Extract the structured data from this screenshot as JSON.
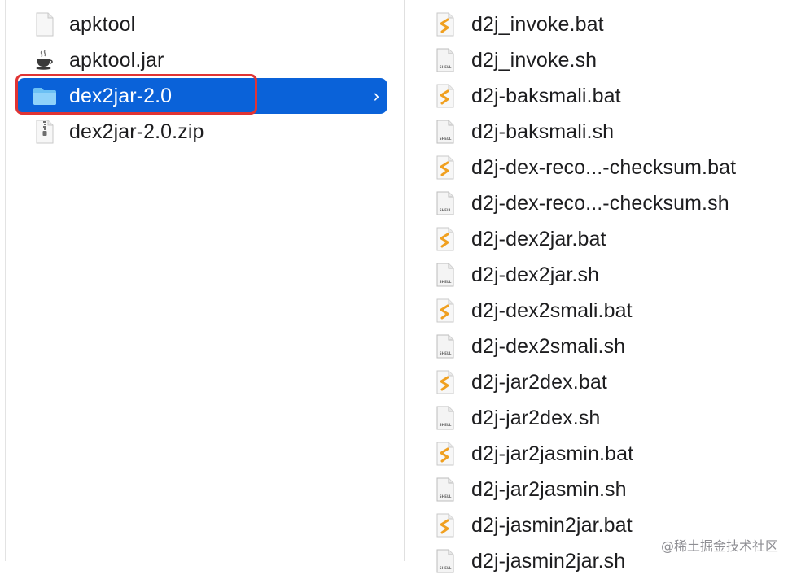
{
  "left_column": {
    "items": [
      {
        "label": "apktool",
        "icon": "generic-file-icon"
      },
      {
        "label": "apktool.jar",
        "icon": "java-jar-icon"
      },
      {
        "label": "dex2jar-2.0",
        "icon": "folder-icon",
        "selected": true
      },
      {
        "label": "dex2jar-2.0.zip",
        "icon": "zip-archive-icon"
      }
    ],
    "selected_chevron": "›"
  },
  "right_column": {
    "items": [
      {
        "label": "d2j_invoke.bat",
        "icon": "bat-script-icon"
      },
      {
        "label": "d2j_invoke.sh",
        "icon": "shell-script-icon"
      },
      {
        "label": "d2j-baksmali.bat",
        "icon": "bat-script-icon"
      },
      {
        "label": "d2j-baksmali.sh",
        "icon": "shell-script-icon"
      },
      {
        "label": "d2j-dex-reco...-checksum.bat",
        "icon": "bat-script-icon"
      },
      {
        "label": "d2j-dex-reco...-checksum.sh",
        "icon": "shell-script-icon"
      },
      {
        "label": "d2j-dex2jar.bat",
        "icon": "bat-script-icon"
      },
      {
        "label": "d2j-dex2jar.sh",
        "icon": "shell-script-icon"
      },
      {
        "label": "d2j-dex2smali.bat",
        "icon": "bat-script-icon"
      },
      {
        "label": "d2j-dex2smali.sh",
        "icon": "shell-script-icon"
      },
      {
        "label": "d2j-jar2dex.bat",
        "icon": "bat-script-icon"
      },
      {
        "label": "d2j-jar2dex.sh",
        "icon": "shell-script-icon"
      },
      {
        "label": "d2j-jar2jasmin.bat",
        "icon": "bat-script-icon"
      },
      {
        "label": "d2j-jar2jasmin.sh",
        "icon": "shell-script-icon"
      },
      {
        "label": "d2j-jasmin2jar.bat",
        "icon": "bat-script-icon"
      },
      {
        "label": "d2j-jasmin2jar.sh",
        "icon": "shell-script-icon"
      }
    ],
    "shell_badge_text": "SHELL"
  },
  "watermark": "@稀土掘金技术社区",
  "colors": {
    "selection": "#0a62d9",
    "highlight_box": "#e03434",
    "bat_icon_accent": "#f0a020"
  }
}
